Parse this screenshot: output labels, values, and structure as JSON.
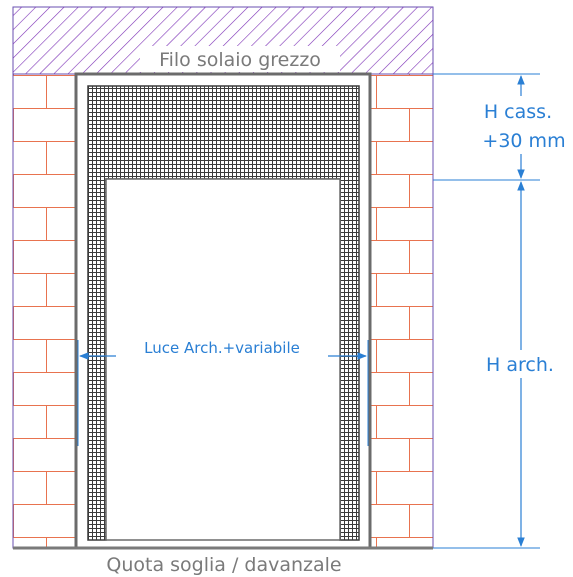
{
  "labels": {
    "top_slab": "Filo solaio grezzo",
    "bottom_sill": "Quota soglia / davanzale",
    "h_box_line1": "H cass.",
    "h_box_line2": "+30 mm",
    "h_arch": "H arch.",
    "width": "Luce Arch.+variabile"
  },
  "colors": {
    "slab_hatch": "#7b2fb5",
    "outline": "#6a4fb0",
    "brick": "#e8734f",
    "frame": "#6b6b6b",
    "mesh": "#3a3a3a",
    "dimension": "#2a7fd4",
    "text_grey": "#7a7a7a"
  }
}
